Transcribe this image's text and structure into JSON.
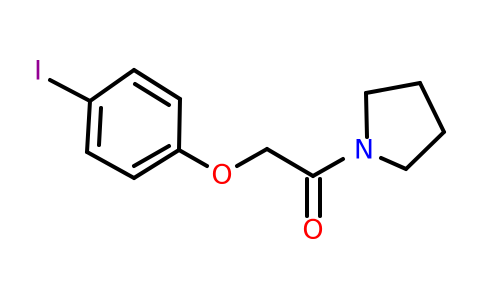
{
  "molecule": {
    "atoms": {
      "iodine": "I",
      "ether_oxygen": "O",
      "carbonyl_oxygen": "O",
      "nitrogen": "N"
    },
    "colors": {
      "bond": "#000000",
      "iodine": "#940094",
      "oxygen": "#ff0000",
      "nitrogen": "#0000ff"
    }
  }
}
